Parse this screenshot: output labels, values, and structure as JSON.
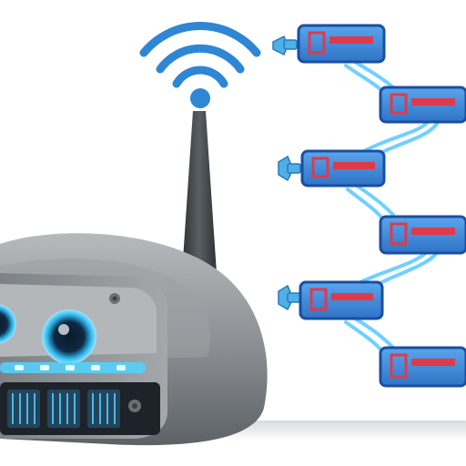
{
  "illustration": {
    "subject": "router-wifi-network-illustration",
    "icons": {
      "signal": "wifi-signal-icon",
      "router": "router-icon",
      "device": "device-card-icon",
      "connector": "connector-plug-icon"
    },
    "colors": {
      "background": "#ffffff",
      "router_body": "#8e9296",
      "router_shadow": "#5d6266",
      "antenna": "#3f4448",
      "wifi_blue": "#2e86d4",
      "card_blue": "#3d86d6",
      "card_border": "#1a4fa0",
      "card_red": "#e03a4a",
      "glow_cyan": "#52d4ff",
      "link_cyan": "#6fd0ff"
    },
    "device_cards": [
      {
        "id": "card-1"
      },
      {
        "id": "card-2"
      },
      {
        "id": "card-3"
      },
      {
        "id": "card-4"
      },
      {
        "id": "card-5"
      },
      {
        "id": "card-6"
      }
    ]
  }
}
